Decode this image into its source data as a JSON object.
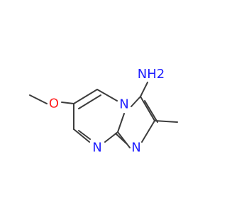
{
  "colors": {
    "background": "#ffffff",
    "bond": "#3c3c3c",
    "nitrogen": "#2020ff",
    "oxygen": "#ff2020"
  },
  "molecule": {
    "atoms": [
      {
        "id": "N4",
        "label": "N",
        "element": "N"
      },
      {
        "id": "N1",
        "label": "N",
        "element": "N"
      },
      {
        "id": "N8",
        "label": "N",
        "element": "N"
      },
      {
        "id": "NH2",
        "label": "NH2",
        "element": "N"
      },
      {
        "id": "O",
        "label": "O",
        "element": "O"
      }
    ]
  }
}
